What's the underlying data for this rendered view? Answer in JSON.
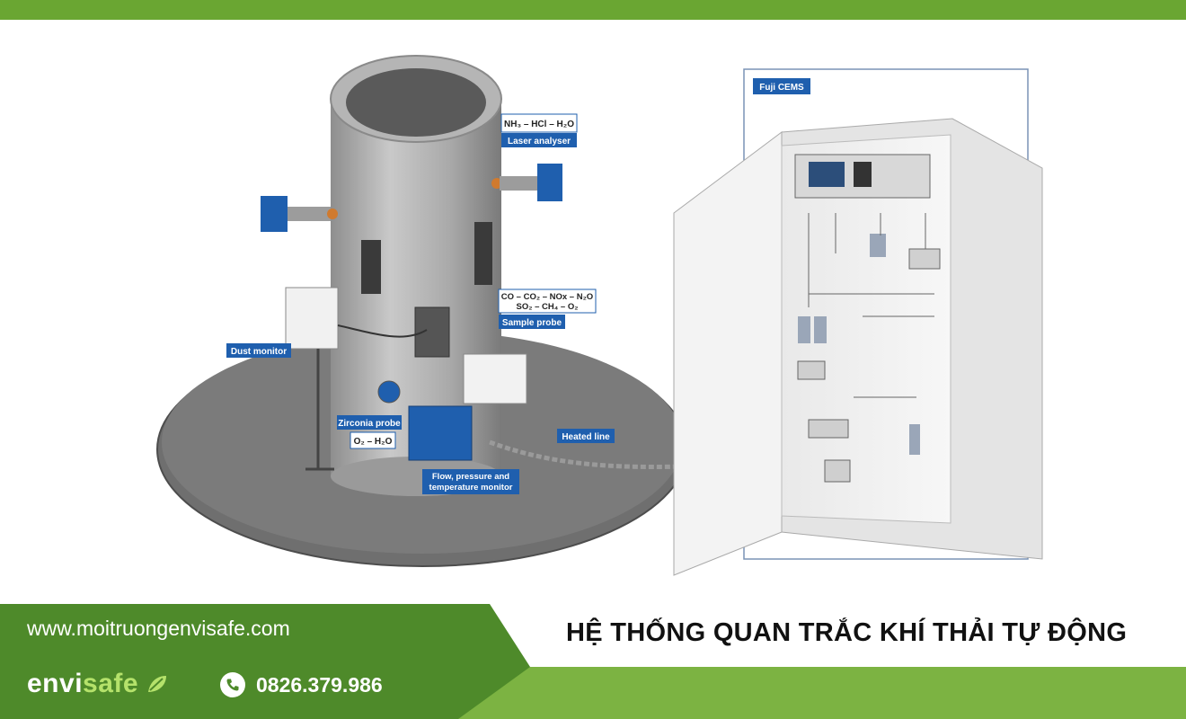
{
  "diagram": {
    "labels": {
      "formula_laser": "NH₃ – HCl – H₂O",
      "laser_analyser": "Laser analyser",
      "formula_sample_1": "CO – CO₂ – NOx – N₂O",
      "formula_sample_2": "SO₂ – CH₄ – O₂",
      "sample_probe": "Sample probe",
      "dust_monitor": "Dust monitor",
      "zirconia_probe": "Zirconia probe",
      "formula_zirconia": "O₂ – H₂O",
      "heated_line": "Heated line",
      "flow_monitor_1": "Flow, pressure and",
      "flow_monitor_2": "temperature monitor",
      "fuji_cems": "Fuji CEMS"
    }
  },
  "footer": {
    "website": "www.moitruongenvisafe.com",
    "headline": "HỆ THỐNG QUAN TRẮC KHÍ THẢI TỰ ĐỘNG",
    "brand_prefix": "envi",
    "brand_suffix": "safe",
    "phone": "0826.379.986"
  },
  "colors": {
    "top_bar": "#6aa632",
    "footer_dark_green": "#4e8a2a",
    "footer_light_green": "#7cb342",
    "label_blue": "#1f5fae"
  },
  "icons": [
    "phone-icon",
    "leaf-icon"
  ]
}
